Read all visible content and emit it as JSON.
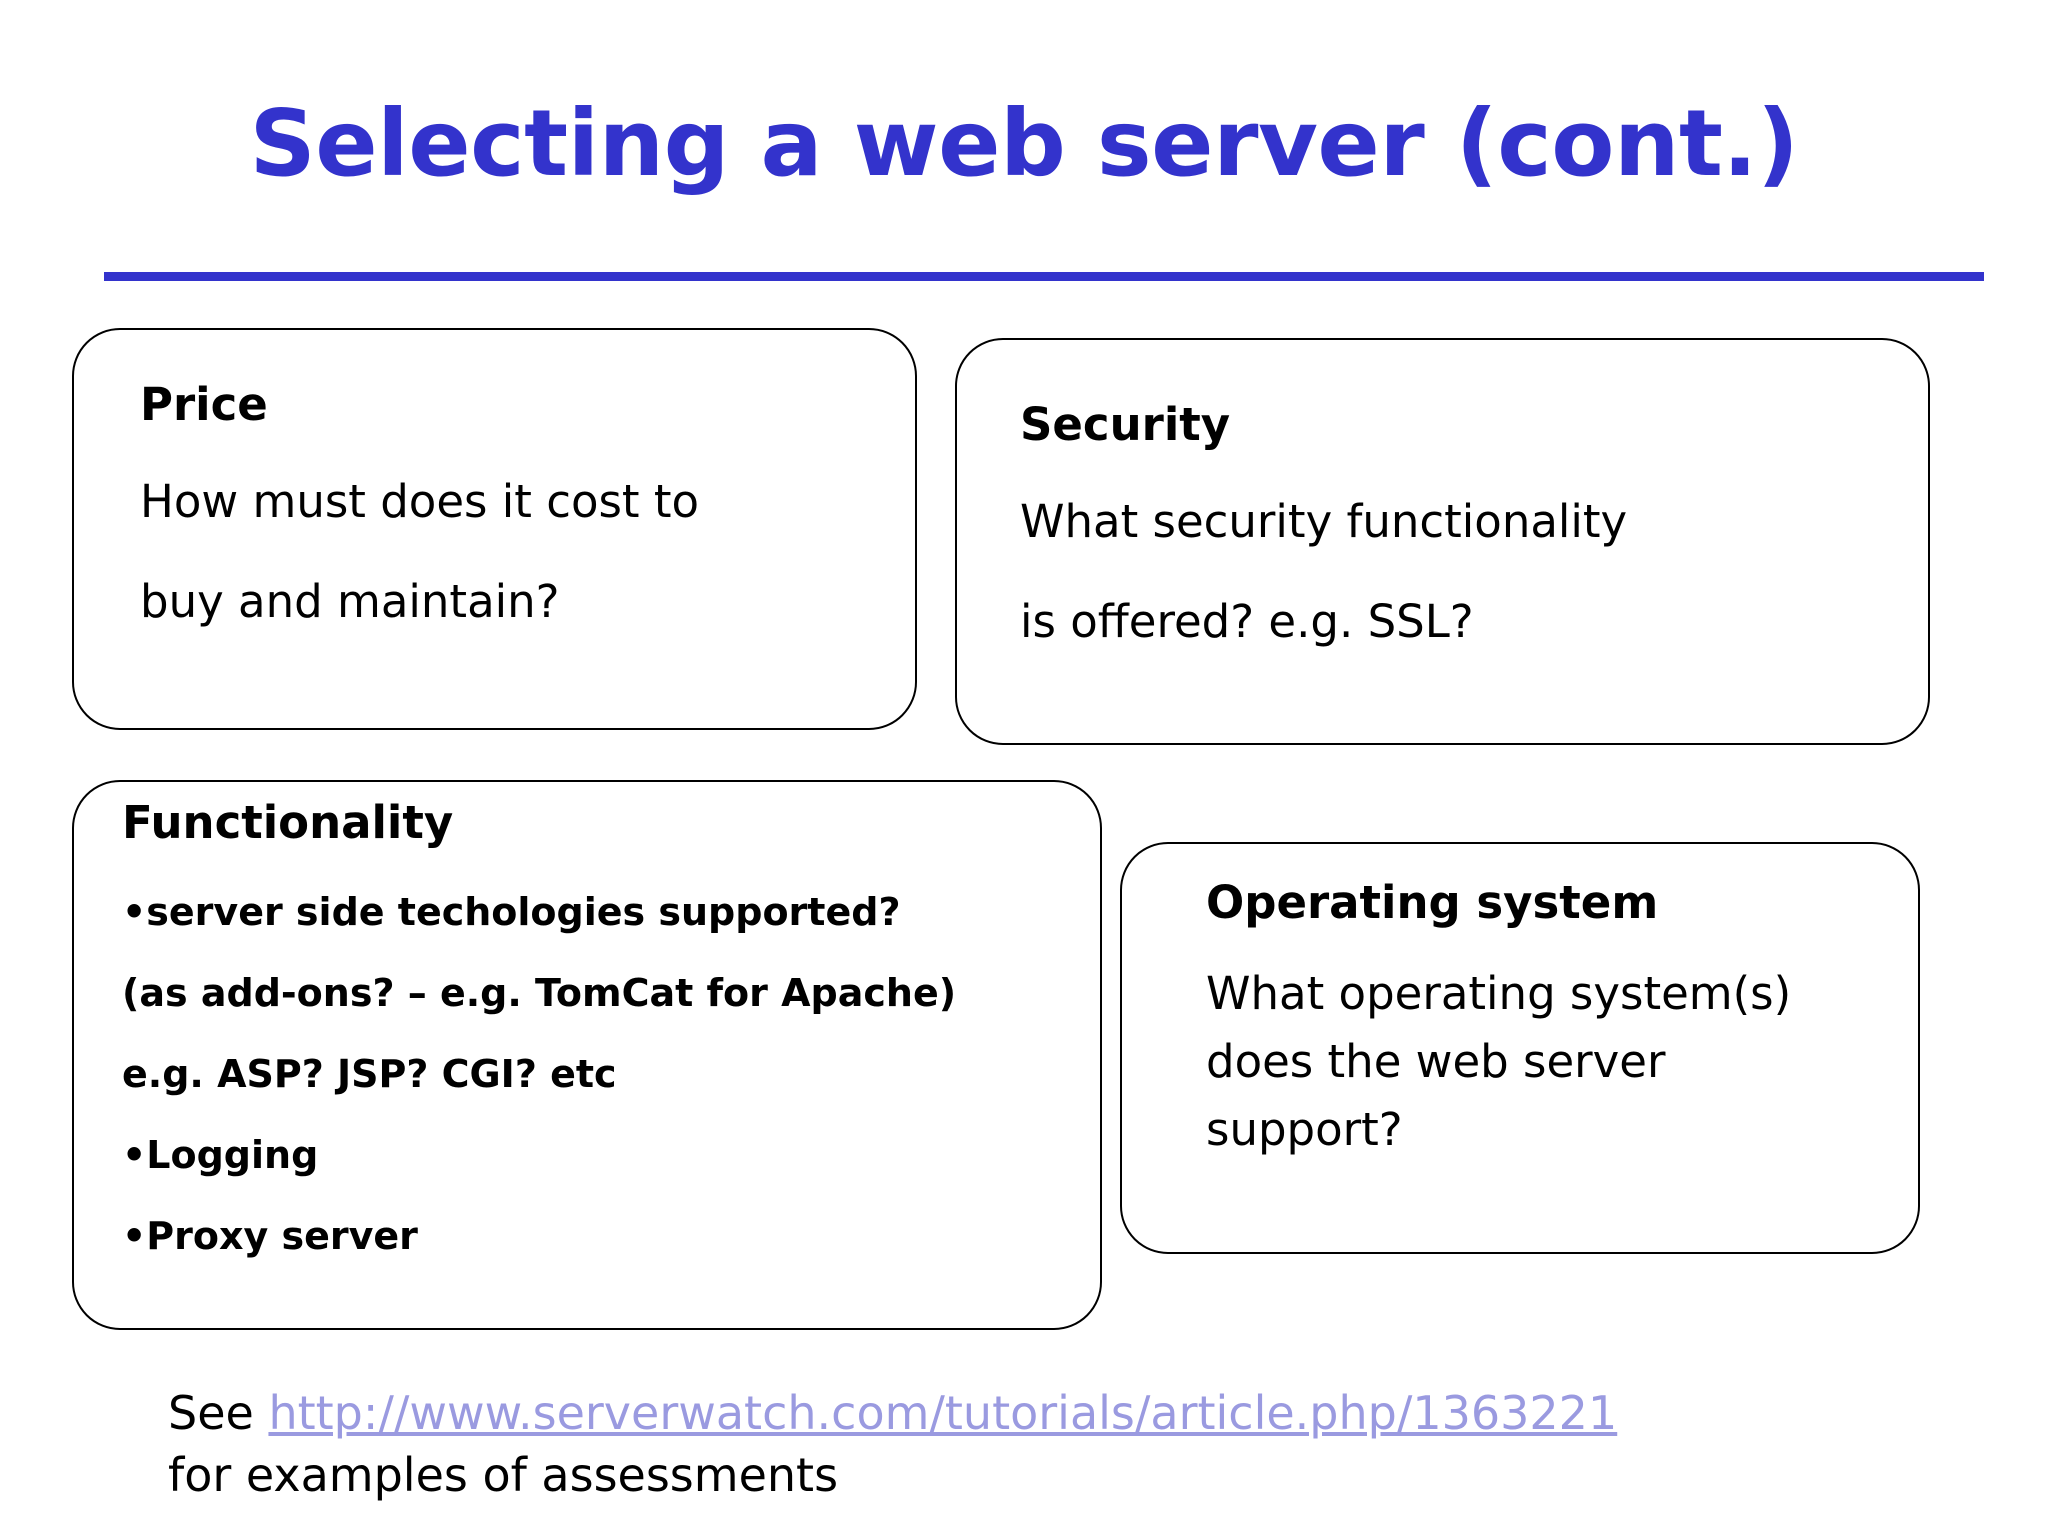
{
  "slide": {
    "title": "Selecting a web server (cont.)",
    "title_color": "#3333CC",
    "rule_color": "#3333CC",
    "background": "#ffffff",
    "text_color": "#000000"
  },
  "boxes": [
    {
      "id": "price",
      "heading": "Price",
      "lines": [
        "How must does it cost to",
        "buy and maintain?"
      ]
    },
    {
      "id": "security",
      "heading": "Security",
      "lines": [
        "What security functionality",
        "is offered? e.g. SSL?"
      ]
    },
    {
      "id": "functionality",
      "heading": "Functionality",
      "lines": [
        "•server side techologies supported?",
        "(as add-ons? – e.g. TomCat for Apache)",
        "e.g. ASP? JSP? CGI? etc",
        "•Logging",
        "•Proxy server"
      ]
    },
    {
      "id": "operating-system",
      "heading": "Operating system",
      "lines": [
        "What operating system(s)",
        "does the web server",
        "support?"
      ]
    }
  ],
  "footer": {
    "prefix": "See ",
    "link_text": "http://www.serverwatch.com/tutorials/article.php/1363221",
    "link_color": "#9a9ae0",
    "suffix_line": "for examples of assessments"
  }
}
